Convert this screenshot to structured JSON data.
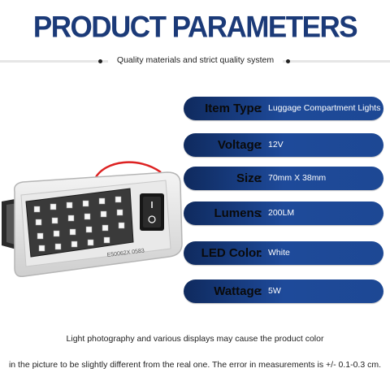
{
  "header": {
    "title": "PRODUCT PARAMETERS",
    "subtitle": "Quality materials and strict quality system"
  },
  "params": [
    {
      "label": "Item Type",
      "value": "Luggage Compartment Lights"
    },
    {
      "label": "Voltage",
      "value": "12V"
    },
    {
      "label": "Size",
      "value": "70mm X 38mm"
    },
    {
      "label": "Lumens",
      "value": "200LM"
    },
    {
      "label": "LED Color",
      "value": "White"
    },
    {
      "label": "Wattage",
      "value": "5W"
    }
  ],
  "product": {
    "image": "led-luggage-light",
    "print_code": "E50062X 0583"
  },
  "footer": {
    "line1": "Light photography and various displays may cause the product color",
    "line2": "in the picture to be slightly different from the real one. The error in measurements is +/- 0.1-0.3 cm."
  },
  "colors": {
    "title": "#1b3a78",
    "bar_dark": "#0f2a5e",
    "bar_light": "#1e4a9a"
  }
}
